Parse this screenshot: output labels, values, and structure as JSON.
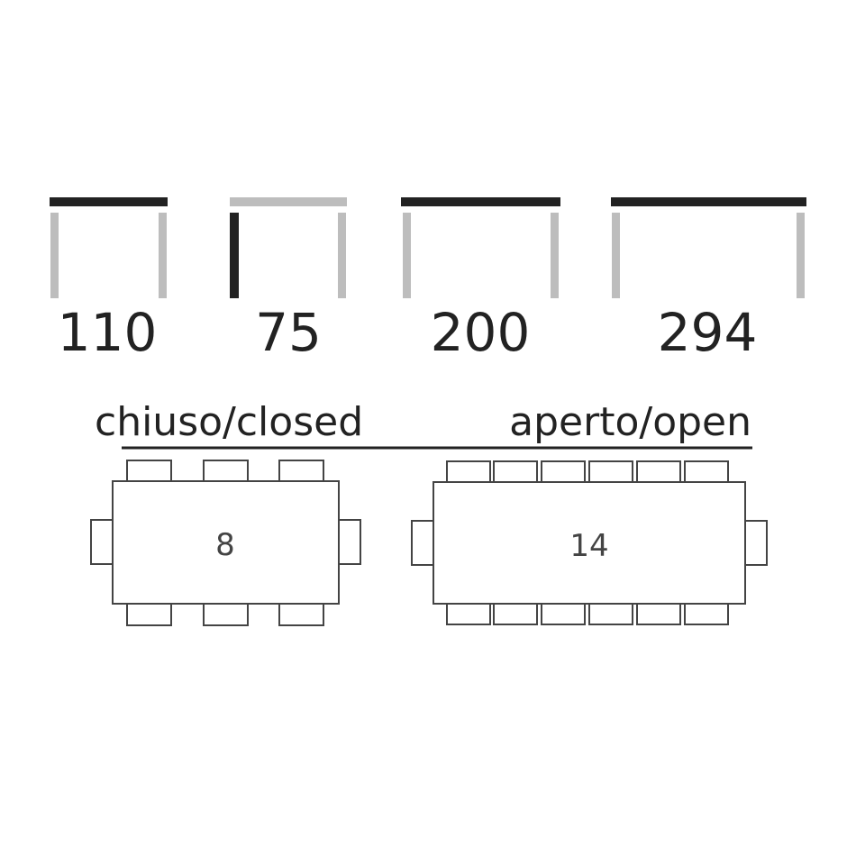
{
  "colors": {
    "dark": "#222222",
    "gray": "#bdbdbd",
    "outline": "#444444"
  },
  "dimensions": [
    {
      "value": "110",
      "highlight": "top"
    },
    {
      "value": "75",
      "highlight": "left-leg"
    },
    {
      "value": "200",
      "highlight": "top"
    },
    {
      "value": "294",
      "highlight": "top"
    }
  ],
  "states": {
    "closed_label": "chiuso/closed",
    "open_label": "aperto/open"
  },
  "layouts": {
    "closed": {
      "seats": "8",
      "chairs_per_long_side": 3,
      "chairs_per_short_side": 1
    },
    "open": {
      "seats": "14",
      "chairs_per_long_side": 6,
      "chairs_per_short_side": 1
    }
  }
}
